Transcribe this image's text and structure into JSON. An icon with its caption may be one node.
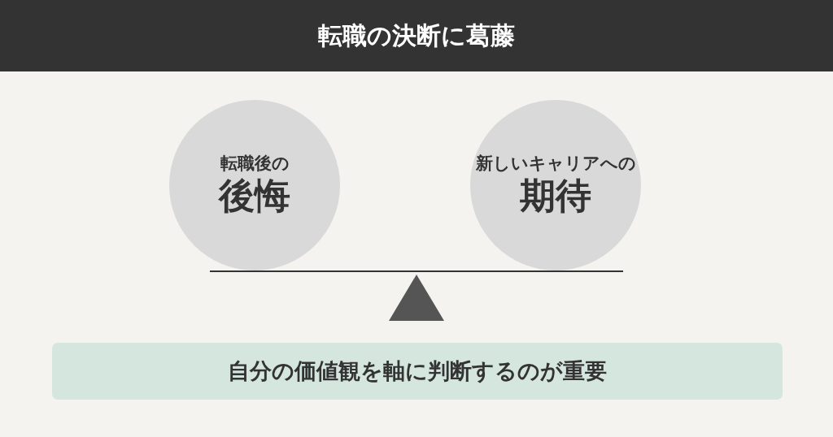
{
  "diagram": {
    "title": "転職の決断に葛藤",
    "nodes": [
      {
        "text": [
          "転職後の",
          "後悔"
        ]
      },
      {
        "text": [
          "新しいキャリアへの",
          "期待"
        ]
      },
      {
        "text": [
          "自分の価値観を軸に判断するのが重要"
        ]
      }
    ]
  }
}
